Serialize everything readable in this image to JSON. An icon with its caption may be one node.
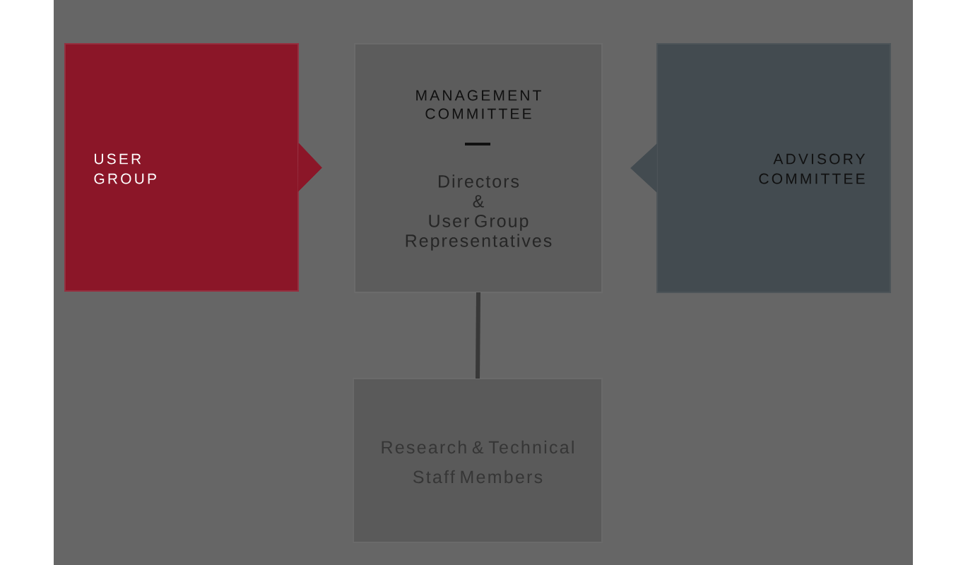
{
  "diagram": {
    "nodes": [
      {
        "text": [
          "USER GROUP"
        ]
      },
      {
        "text": [
          "MANAGEMENT COMMITTEE",
          "Directors & User Group Representatives"
        ]
      },
      {
        "text": [
          "ADVISORY COMMITTEE"
        ]
      },
      {
        "text": [
          "Research & Technical Staff Members"
        ]
      }
    ],
    "edges": [
      {
        "from": 0,
        "to": 1,
        "arrow": "to",
        "color": "#8b1628"
      },
      {
        "from": 2,
        "to": 1,
        "arrow": "to",
        "color": "#434b50"
      },
      {
        "from": 1,
        "to": 3,
        "arrow": "none"
      }
    ]
  }
}
